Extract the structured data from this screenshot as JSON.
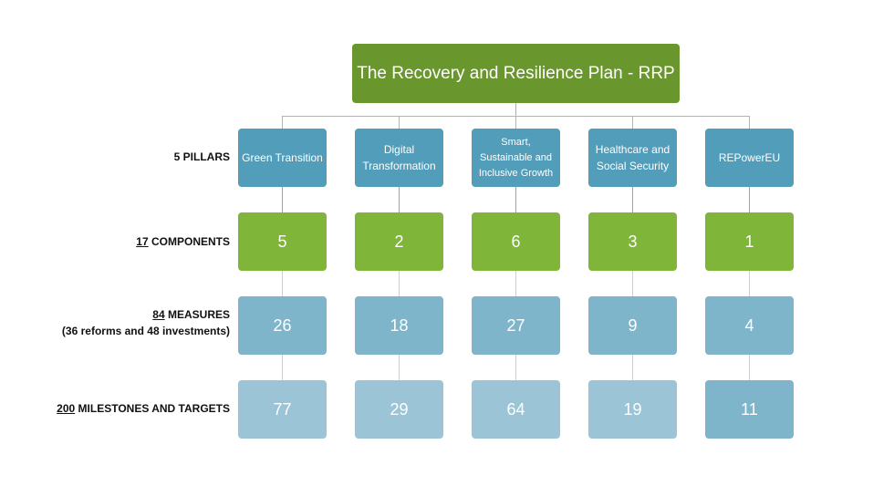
{
  "title": "The Recovery and Resilience Plan - RRP",
  "row_labels": {
    "pillars": {
      "count": "5",
      "text": "PILLARS"
    },
    "components": {
      "count": "17",
      "text": "COMPONENTS"
    },
    "measures": {
      "count": "84",
      "text": "MEASURES",
      "subtext": "(36 reforms and 48 investments)"
    },
    "milestones": {
      "count": "200",
      "text": "MILESTONES AND TARGETS"
    }
  },
  "columns": [
    {
      "pillar": "Green Transition",
      "components": "5",
      "measures": "26",
      "milestones": "77"
    },
    {
      "pillar": "Digital Transformation",
      "components": "2",
      "measures": "18",
      "milestones": "29"
    },
    {
      "pillar": "Smart, Sustainable and Inclusive Growth",
      "components": "6",
      "measures": "27",
      "milestones": "64"
    },
    {
      "pillar": "Healthcare and Social Security",
      "components": "3",
      "measures": "9",
      "milestones": "19"
    },
    {
      "pillar": "REPowerEU",
      "components": "1",
      "measures": "4",
      "milestones": "11"
    }
  ],
  "colors": {
    "title": "#6a962e",
    "pillar": "#529dba",
    "component": "#7fb63a",
    "measure": "#7fb5cb",
    "milestone": "#9bc4d7",
    "connector_top": "#8fbfd3",
    "connector_pillar": "#e8848c",
    "connector_lower": "#f5cf6a"
  }
}
